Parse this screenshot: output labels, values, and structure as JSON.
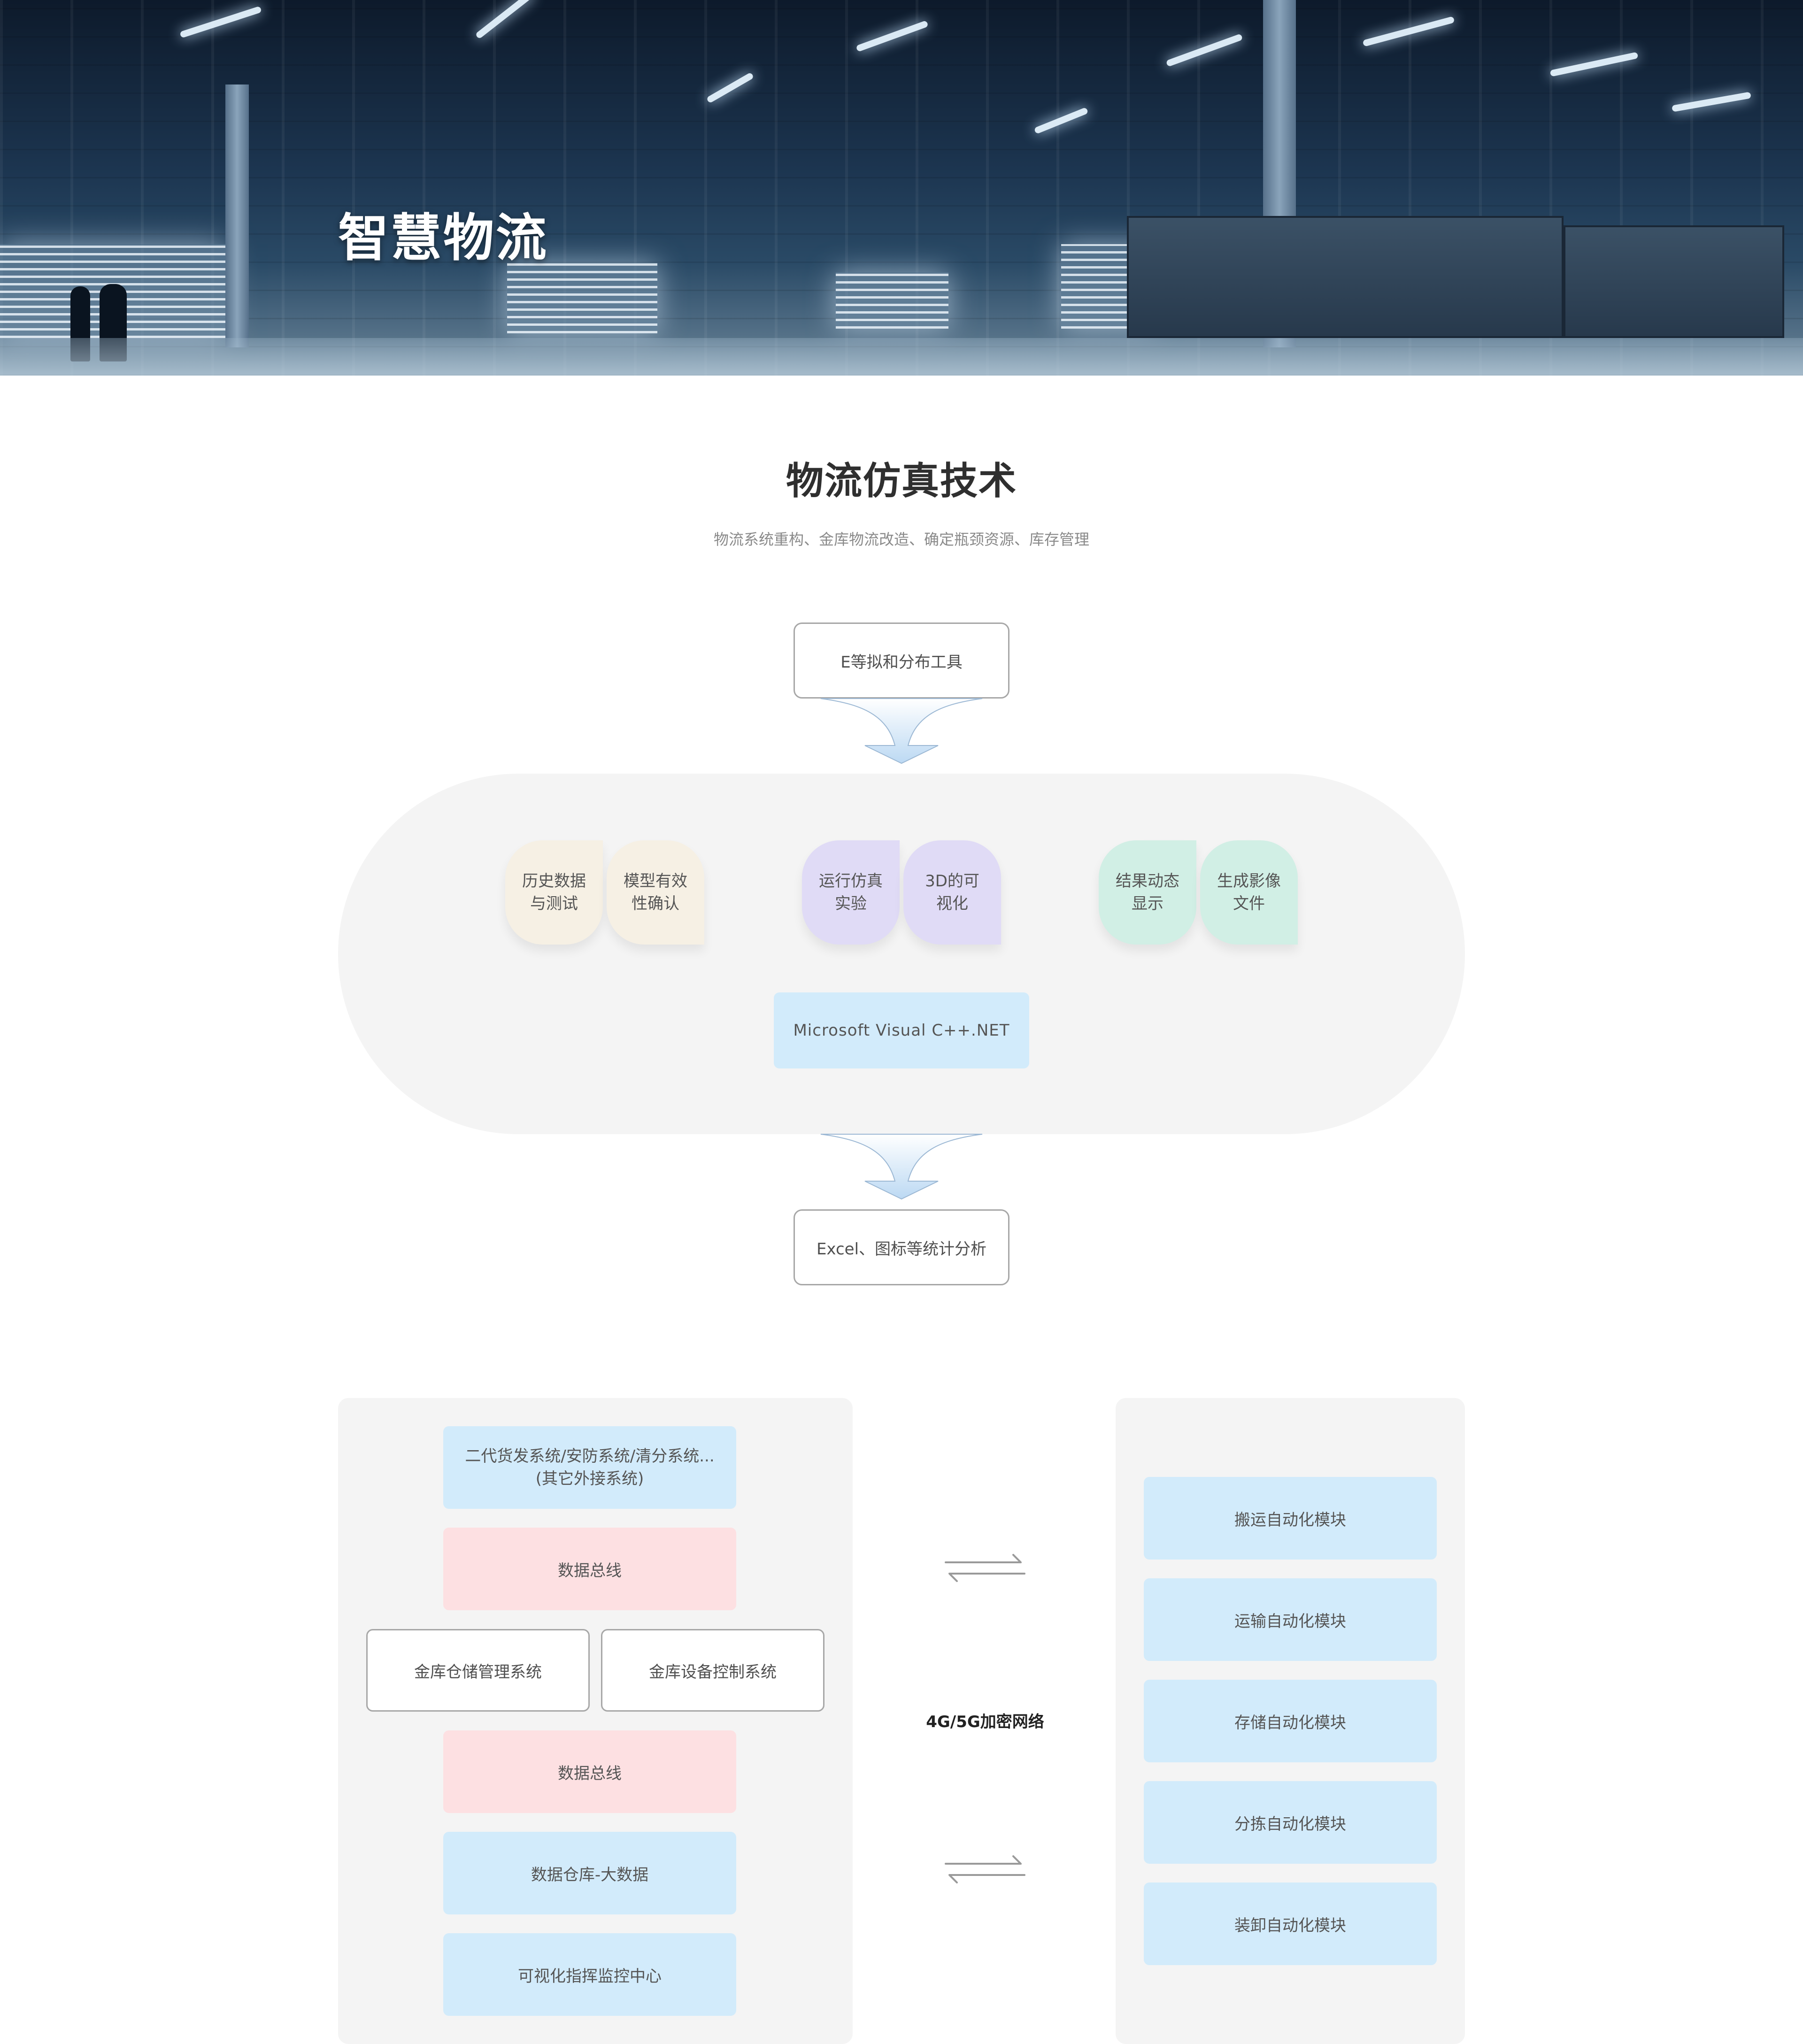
{
  "hero": {
    "title": "智慧物流"
  },
  "simulation": {
    "title": "物流仿真技术",
    "subtitle": "物流系统重构、金库物流改造、确定瓶颈资源、库存管理",
    "input_box": "E等拟和分布工具",
    "groups": [
      {
        "color": "#f6f0e4",
        "items": [
          {
            "line1": "历史数据",
            "line2": "与测试"
          },
          {
            "line1": "模型有效",
            "line2": "性确认"
          }
        ]
      },
      {
        "color": "#e0dbf6",
        "items": [
          {
            "line1": "运行仿真",
            "line2": "实验"
          },
          {
            "line1": "3D的可",
            "line2": "视化"
          }
        ]
      },
      {
        "color": "#d1efe5",
        "items": [
          {
            "line1": "结果动态",
            "line2": "显示"
          },
          {
            "line1": "生成影像",
            "line2": "文件"
          }
        ]
      }
    ],
    "platform": "Microsoft Visual C++.NET",
    "output_box": "Excel、图标等统计分析"
  },
  "architecture": {
    "left_stack": {
      "external_line1": "二代货发系统/安防系统/清分系统...",
      "external_line2": "(其它外接系统)",
      "bus_top": "数据总线",
      "warehouse_mgmt": "金库仓储管理系统",
      "equipment_ctrl": "金库设备控制系统",
      "bus_bottom": "数据总线",
      "data_warehouse": "数据仓库-大数据",
      "command_center": "可视化指挥监控中心"
    },
    "network": "4G/5G加密网络",
    "modules": [
      "搬运自动化模块",
      "运输自动化模块",
      "存储自动化模块",
      "分拣自动化模块",
      "装卸自动化模块"
    ]
  },
  "colors": {
    "soft_blue": "#d2ebfb",
    "soft_pink": "#fde0e2",
    "panel_gray": "#f4f4f4",
    "arrow_blue": "#bcd9f3"
  },
  "icons": {
    "flow_arrow": "curved-funnel-arrow-down-icon",
    "exchange": "bidirectional-arrows-icon"
  }
}
